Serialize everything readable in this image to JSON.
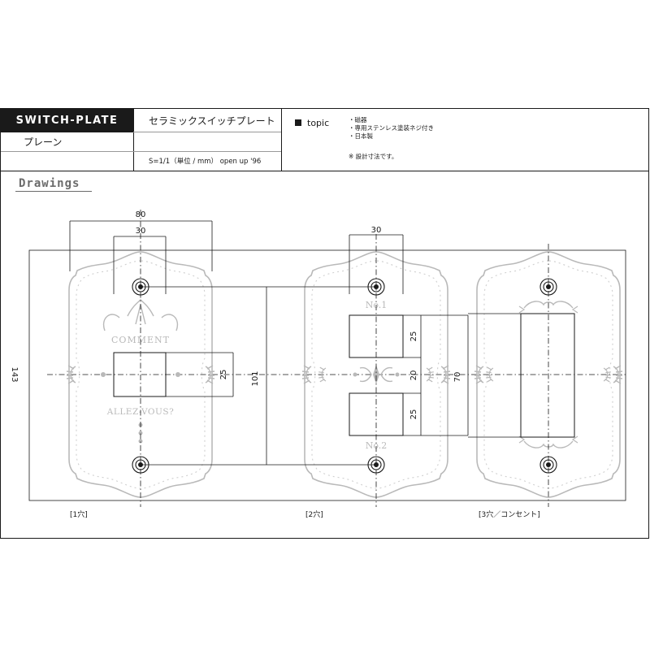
{
  "header": {
    "brand": "SWITCH-PLATE",
    "subtitle": "プレーン",
    "product_title": "セラミックスイッチプレート",
    "scale_text": "S=1/1（単位 / mm）  open up '96",
    "topic_label": "topic",
    "topic_notes": [
      "・磁器",
      "・専用ステンレス塗装ネジ付き",
      "・日本製"
    ],
    "note": "※ 設計寸法です。"
  },
  "section_title": "Drawings",
  "dimensions": {
    "width_outer": "80",
    "width_switch": "30",
    "width_switch_2": "30",
    "height_total": "143",
    "height_screw": "101",
    "opening_1": "25",
    "opening_2a": "25",
    "gap_2": "20",
    "opening_2b": "25",
    "opening_3": "70"
  },
  "plate_labels": {
    "comment": "COMMENT",
    "allez": "ALLEZ-VOUS?",
    "no1": "No.1",
    "no2": "No.2"
  },
  "captions": [
    "[1穴]",
    "[2穴]",
    "[3穴／コンセント]"
  ],
  "colors": {
    "ink": "#1a1a1a",
    "ornament": "#b9b9b9",
    "heading": "#6b6b6b"
  }
}
